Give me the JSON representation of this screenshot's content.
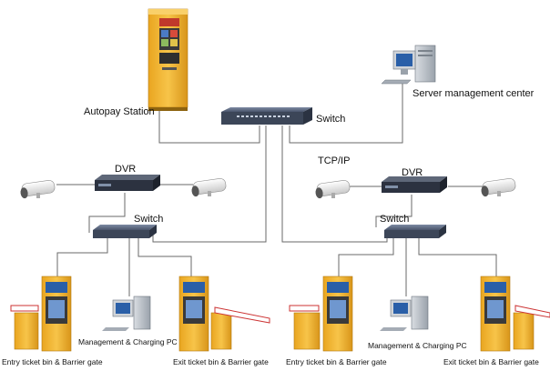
{
  "labels": {
    "autopay_station": "Autopay Station",
    "server_center": "Server management center",
    "core_switch": "Switch",
    "tcp_ip": "TCP/IP",
    "left_dvr": "DVR",
    "right_dvr": "DVR",
    "left_switch": "Switch",
    "right_switch": "Switch",
    "left_entry": "Entry ticket bin & Barrier gate",
    "left_mgmt_pc": "Management & Charging PC",
    "left_exit": "Exit ticket bin & Barrier gate",
    "right_entry": "Entry ticket bin & Barrier gate",
    "right_mgmt_pc": "Management & Charging PC",
    "right_exit": "Exit ticket bin & Barrier gate"
  },
  "colors": {
    "line": "#6a6a6a",
    "kiosk_yellow": "#f2b533",
    "kiosk_dark": "#3a3a3a",
    "switch_body": "#3c4658",
    "camera_white": "#e8e8e8",
    "screen_blue": "#2a5fa8"
  }
}
